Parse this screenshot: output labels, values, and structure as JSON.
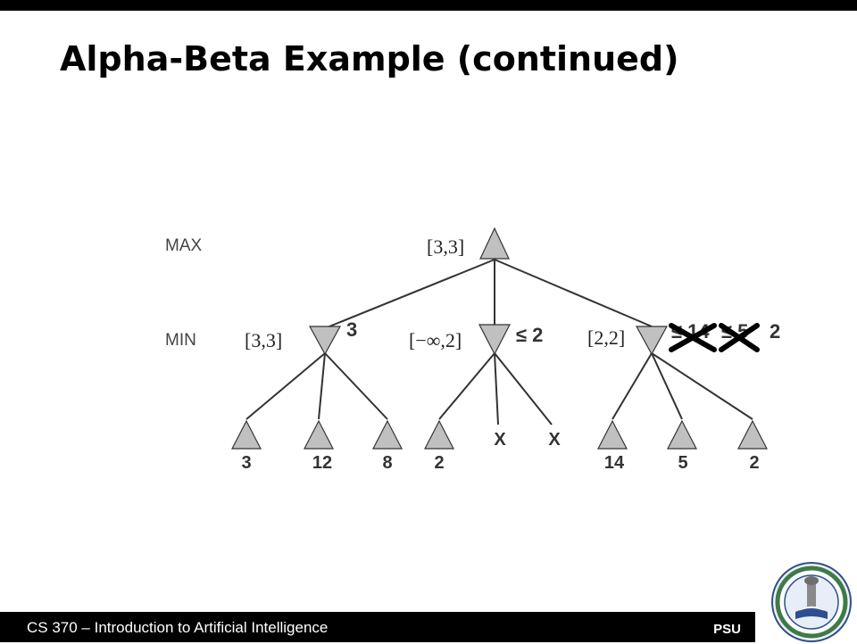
{
  "slide": {
    "title": "Alpha-Beta Example (continued)"
  },
  "tree": {
    "level_labels": {
      "max": "MAX",
      "min": "MIN"
    },
    "root": {
      "interval": "[3,3]"
    },
    "min_nodes": [
      {
        "interval": "[3,3]",
        "annotation": "3",
        "struck_annotations": []
      },
      {
        "interval": "[−∞,2]",
        "annotation": "≤ 2",
        "struck_annotations": []
      },
      {
        "interval": "[2,2]",
        "annotation": "2",
        "struck_annotations": [
          "≤ 14",
          "≤ 5"
        ]
      }
    ],
    "leaves": [
      "3",
      "12",
      "8",
      "2",
      "X",
      "X",
      "14",
      "5",
      "2"
    ]
  },
  "footer": {
    "course": "CS 370 – Introduction to Artificial Intelligence",
    "org": "PSU"
  },
  "colors": {
    "bar": "#000000",
    "node_fill": "#c0c0c0",
    "node_stroke": "#333333",
    "edge": "#333333",
    "logo_green": "#3f7a4a",
    "logo_blue": "#2f4e8f"
  }
}
